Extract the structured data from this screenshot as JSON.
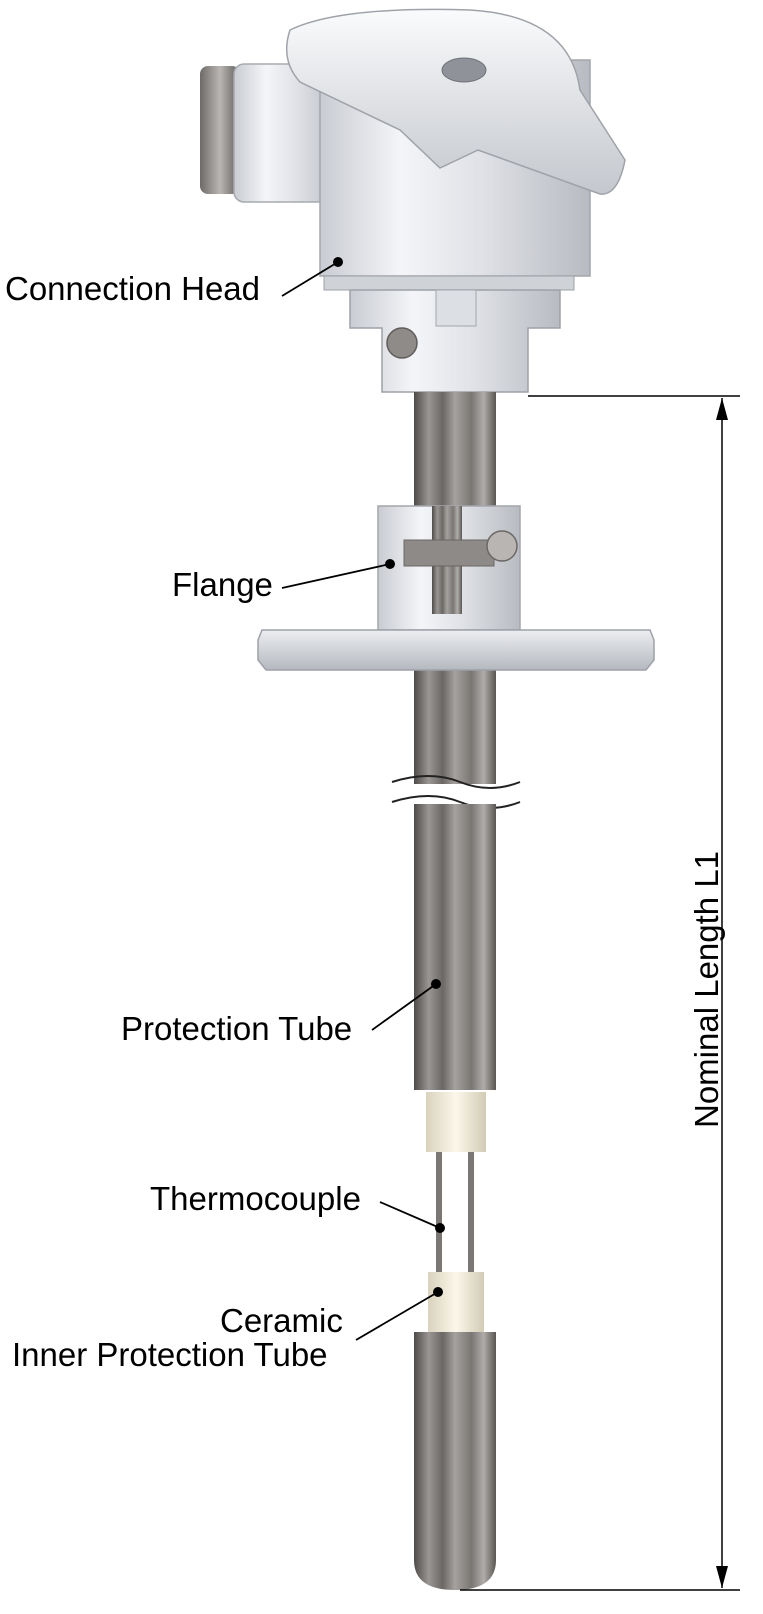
{
  "labels": {
    "connection_head": "Connection Head",
    "flange": "Flange",
    "protection_tube": "Protection Tube",
    "thermocouple": "Thermocouple",
    "ceramic_line1": "Ceramic",
    "ceramic_line2": "Inner Protection Tube",
    "nominal_length": "Nominal Length L1"
  },
  "colors": {
    "housing": "#e8eaee",
    "tube": "#8c8885",
    "ceramic": "#f2ecd8",
    "leader": "#000000"
  }
}
